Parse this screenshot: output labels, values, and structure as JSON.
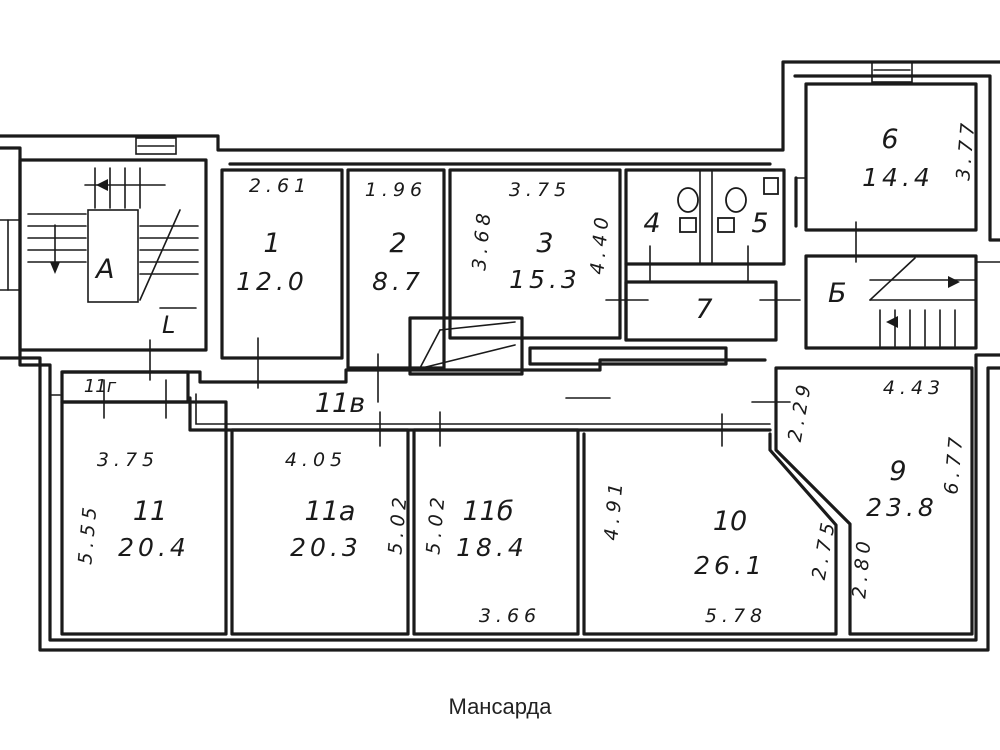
{
  "caption": "Мансарда",
  "rooms": [
    {
      "id": "1",
      "number": "1",
      "area": "12.0"
    },
    {
      "id": "2",
      "number": "2",
      "area": "8.7"
    },
    {
      "id": "3",
      "number": "3",
      "area": "15.3"
    },
    {
      "id": "4",
      "number": "4"
    },
    {
      "id": "5",
      "number": "5"
    },
    {
      "id": "6",
      "number": "6",
      "area": "14.4"
    },
    {
      "id": "7",
      "number": "7"
    },
    {
      "id": "9",
      "number": "9",
      "area": "23.8"
    },
    {
      "id": "10",
      "number": "10",
      "area": "26.1"
    },
    {
      "id": "11",
      "number": "11",
      "area": "20.4"
    },
    {
      "id": "11a",
      "number": "11а",
      "area": "20.3"
    },
    {
      "id": "11b",
      "number": "11б",
      "area": "18.4"
    },
    {
      "id": "11v",
      "number": "11в"
    },
    {
      "id": "11g",
      "number": "11г"
    }
  ],
  "stairs": [
    "А",
    "Б"
  ],
  "dimensions": {
    "r1_top": "2.61",
    "r2_top": "1.96",
    "r3_top": "3.75",
    "r3_left": "3.68",
    "r3_right": "4.40",
    "r6_right": "3.77",
    "r9_top": "4.43",
    "r9_left": "2.29",
    "r9_right": "6.77",
    "r9_mid": "2.80",
    "r10_left": "4.91",
    "r10_bottom": "5.78",
    "r10_right": "2.75",
    "r11_top": "3.75",
    "r11_left": "5.55",
    "r11a_top": "4.05",
    "r11a_right": "5.02",
    "r11b_left": "5.02",
    "r11b_bottom": "3.66"
  },
  "stair_mark": "L"
}
